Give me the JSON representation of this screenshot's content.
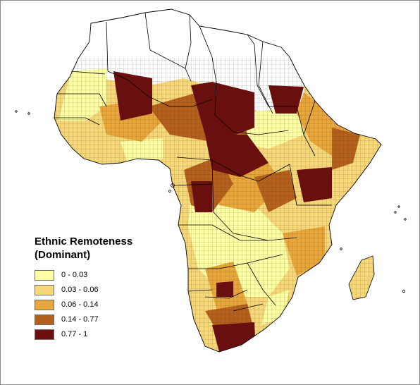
{
  "legend": {
    "title_line1": "Ethnic Remoteness",
    "title_line2": "(Dominant)",
    "classes": [
      {
        "label": "0 - 0.03",
        "color": "#ffffa6"
      },
      {
        "label": "0.03 - 0.06",
        "color": "#f6d87a"
      },
      {
        "label": "0.06 - 0.14",
        "color": "#e8a73c"
      },
      {
        "label": "0.14 - 0.77",
        "color": "#b5611e"
      },
      {
        "label": "0.77 - 1",
        "color": "#6b0e0e"
      }
    ]
  },
  "map": {
    "region": "Africa",
    "unclassified_fill": "#ffffff",
    "grid_line_color": "#2a2a2a",
    "boundary_color": "#000000"
  }
}
